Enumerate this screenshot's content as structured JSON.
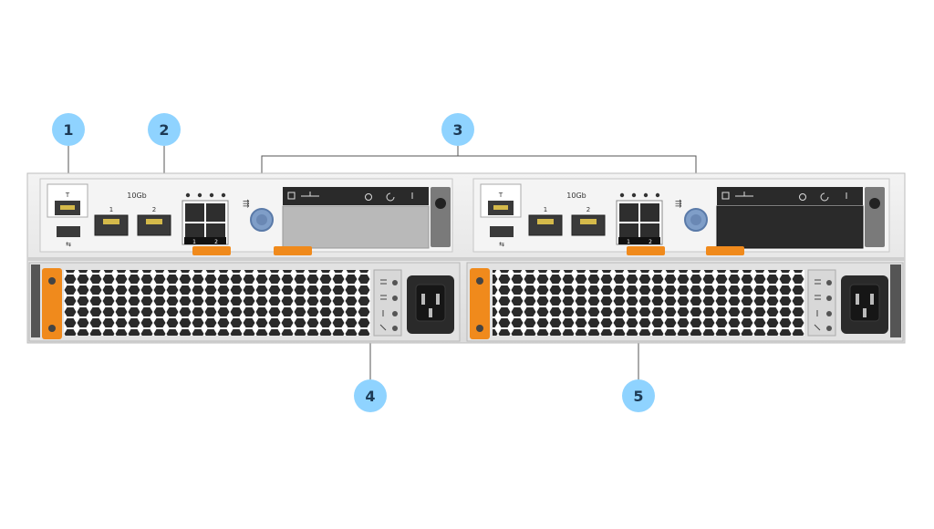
{
  "callouts": {
    "c1": "1",
    "c2": "2",
    "c3": "3",
    "c4": "4",
    "c5": "5"
  },
  "panel": {
    "speed_label": "10Gb",
    "port_1": "1",
    "port_2": "2",
    "mgmt_label": "T",
    "sfp_port_1": "1",
    "sfp_port_2": "2"
  },
  "colors": {
    "callout_fill": "#8fd3ff",
    "release_tab": "#f08a1c",
    "chassis": "#e6e6e6",
    "screw": "#6f8fb8"
  }
}
